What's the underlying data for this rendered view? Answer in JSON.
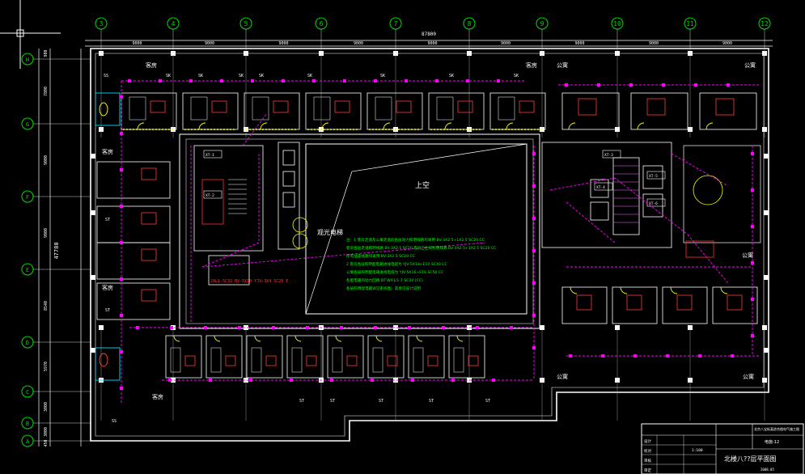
{
  "drawing": {
    "top_axes": [
      "3",
      "4",
      "5",
      "6",
      "7",
      "8",
      "9",
      "10",
      "11",
      "12"
    ],
    "left_axes": [
      "H",
      "G",
      "F",
      "E",
      "D",
      "C",
      "B",
      "A"
    ],
    "top_dims": [
      "9000",
      "9000",
      "9000",
      "9000",
      "9000",
      "9000",
      "9000",
      "9000",
      "9000"
    ],
    "top_total": "87800",
    "left_dims": [
      "900",
      "7800",
      "9000",
      "9000",
      "8540",
      "5970",
      "3000",
      "3000",
      "450"
    ],
    "left_total": "47780",
    "void_label": "上空",
    "elevator_label": "观光电梯",
    "room_labels": {
      "kefang": "客房",
      "gongyu": "公寓",
      "ss": "SS",
      "sk": "SK",
      "st": "ST"
    },
    "notes_green": [
      "注：1  客房走道及公寓走道的各层动力照明线路均采用 BV-3X2.5+1X2.5 SC20 CC",
      "       客房各层走道照明线路 BV-3X2.5 SC20 客房卫生间照明线路 BV-3X2.5+1X2.5 SC20 CC",
      "       所有插座线路均采用 BV-3X2.5 SC20 CC",
      "    2  客房各层照明配电箱进线电缆为 YJV-5X10+E10 SC40 CC",
      "       公寓各层照明配电箱进线电缆为 YJV-5X16+E16 SC50 CC",
      "       各配电箱的动力回路 DT-WX1/1-7 SC20 (CC) ",
      "       各层照明配电箱详见系统图，其余见设计说明"
    ],
    "box_labels": [
      "XT-1",
      "XT-2",
      "XT-3",
      "XT-4",
      "XT-5",
      "XT-6"
    ],
    "red_text": "2AL1-SC32 BV-5X10 YJV-3X4 SC20 E",
    "title_block": {
      "project": "北京八宝街某综合楼电气施工图",
      "drawing_no": "电施-12",
      "drawing_title": "北楼八??层平面图",
      "rows": [
        "设计",
        "校对",
        "审核",
        "审定"
      ],
      "scale": "1:100",
      "date": "2008.05"
    }
  },
  "colors": {
    "background": "#000000",
    "wall": "#ffffff",
    "wiring": "#ff00ff",
    "axis_bubble": "#00cc00",
    "notes": "#00ff00",
    "fixture": "#ffff00",
    "furniture": "#ff3b3b",
    "cyan": "#00e0ff"
  }
}
